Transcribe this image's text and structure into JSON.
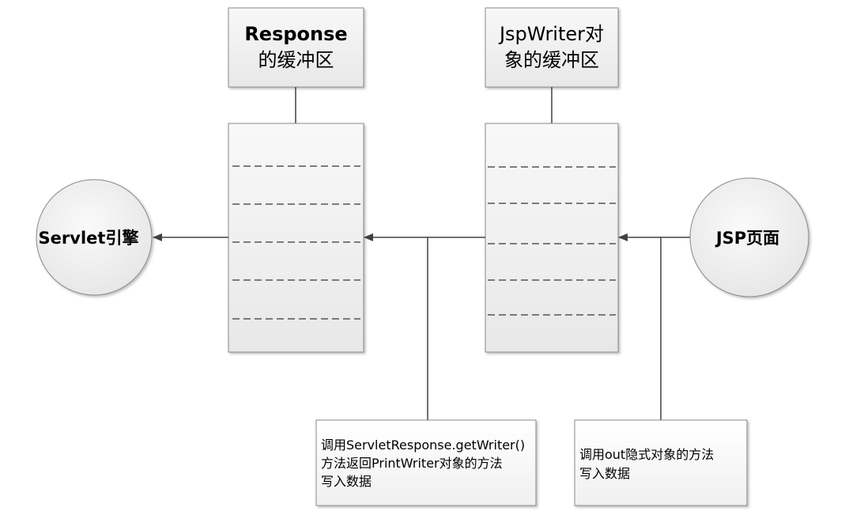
{
  "nodes": {
    "servlet_engine": {
      "label": "Servlet引擎"
    },
    "jsp_page": {
      "label": "JSP页面"
    },
    "response_buffer": {
      "title_line1": "Response",
      "title_line2": "的缓冲区"
    },
    "jspwriter_buffer": {
      "title_line1": "JspWriter对",
      "title_line2": "象的缓冲区"
    }
  },
  "notes": {
    "getwriter_note": {
      "line1": "调用ServletResponse.getWriter()",
      "line2": "方法返回PrintWriter对象的方法",
      "line3": "写入数据"
    },
    "out_note": {
      "line1": "调用out隐式对象的方法",
      "line2": "写入数据"
    }
  },
  "colors": {
    "box_fill_top": "#f7f7f7",
    "box_fill_bottom": "#e6e6e6",
    "stroke": "#7f7f7f",
    "line": "#404040"
  }
}
